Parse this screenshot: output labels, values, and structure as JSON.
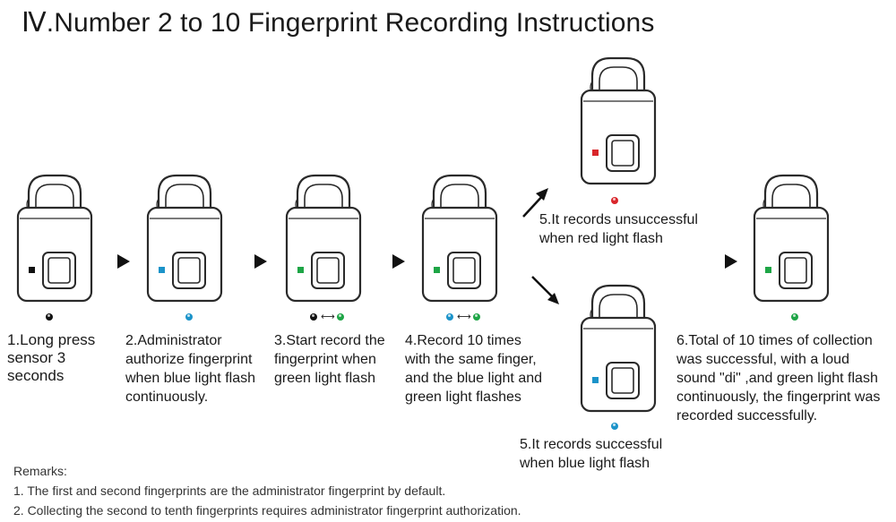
{
  "title": "Ⅳ.Number 2 to 10 Fingerprint Recording Instructions",
  "colors": {
    "black": "#111111",
    "blue": "#1b93c9",
    "green": "#1ea546",
    "red": "#d9262b"
  },
  "steps": [
    {
      "caption": "1.Long press\nsensor 3\nseconds",
      "led": "black"
    },
    {
      "caption": "2.Administrator\nauthorize fingerprint\nwhen blue light flash\ncontinuously.",
      "led": "blue"
    },
    {
      "caption": "3.Start record the\nfingerprint when\ngreen light flash",
      "led": "green"
    },
    {
      "caption": "4.Record 10 times\nwith the same finger,\nand the blue light and\ngreen light flashes",
      "led": "green"
    },
    {
      "caption": "5.It records unsuccessful\nwhen red light flash",
      "led": "red"
    },
    {
      "caption": "5.It records successful\nwhen blue light flash",
      "led": "blue"
    },
    {
      "caption": "6.Total of 10 times of collection\nwas successful, with a loud\nsound \"di\" ,and green light flash\ncontinuously, the fingerprint was\n recorded successfully.",
      "led": "green"
    }
  ],
  "remarks": {
    "heading": "Remarks:",
    "items": [
      "1. The first and second fingerprints are the administrator fingerprint by default.",
      "2. Collecting the second to tenth fingerprints requires administrator fingerprint authorization."
    ]
  },
  "double_arrow": "⟷"
}
